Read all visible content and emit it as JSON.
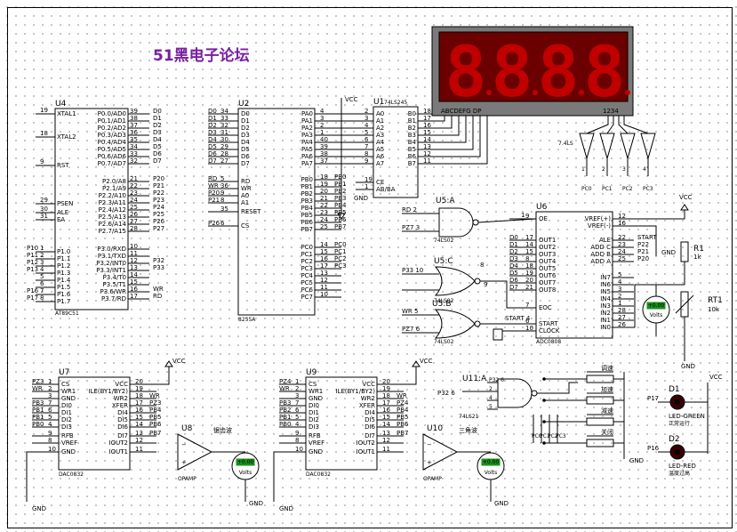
{
  "title": "51黑电子论坛",
  "colors": {
    "wire": "#000000",
    "chip": "#000000",
    "display": "#b00000",
    "meter_lcd": "#1a8f1a",
    "title": "#7a1fa2"
  },
  "display": {
    "segments_label": "ABCDEFG DP",
    "digits_label": "1234",
    "digit_text": "8.8.8.8."
  },
  "u4": {
    "ref": "U4",
    "part": "AT89C51",
    "left_pins": [
      {
        "n": "19",
        "name": "XTAL1"
      },
      {
        "n": "18",
        "name": "XTAL2"
      },
      {
        "n": "9",
        "name": "RST"
      },
      {
        "n": "29",
        "name": "PSEN"
      },
      {
        "n": "30",
        "name": "ALE"
      },
      {
        "n": "31",
        "name": "EA"
      },
      {
        "n": "1",
        "name": "P1.0"
      },
      {
        "n": "2",
        "name": "P1.1"
      },
      {
        "n": "3",
        "name": "P1.2"
      },
      {
        "n": "4",
        "name": "P1.3"
      },
      {
        "n": "5",
        "name": "P1.4"
      },
      {
        "n": "6",
        "name": "P1.5"
      },
      {
        "n": "7",
        "name": "P1.6"
      },
      {
        "n": "8",
        "name": "P1.7"
      }
    ],
    "left_nets": [
      "P10",
      "P11",
      "P12",
      "P13",
      "",
      "",
      "P16",
      "P17"
    ],
    "right_pins": [
      {
        "n": "39",
        "name": "P0.0/AD0",
        "net": "D0"
      },
      {
        "n": "38",
        "name": "P0.1/AD1",
        "net": "D1"
      },
      {
        "n": "37",
        "name": "P0.2/AD2",
        "net": "D2"
      },
      {
        "n": "36",
        "name": "P0.3/AD3",
        "net": "D3"
      },
      {
        "n": "35",
        "name": "P0.4/AD4",
        "net": "D4"
      },
      {
        "n": "34",
        "name": "P0.5/AD5",
        "net": "D5"
      },
      {
        "n": "33",
        "name": "P0.6/AD6",
        "net": "D6"
      },
      {
        "n": "32",
        "name": "P0.7/AD7",
        "net": "D7"
      },
      {
        "n": "21",
        "name": "P2.0/A8",
        "net": "P20"
      },
      {
        "n": "22",
        "name": "P2.1/A9",
        "net": "P21"
      },
      {
        "n": "23",
        "name": "P2.2/A10",
        "net": "P22"
      },
      {
        "n": "24",
        "name": "P2.3/A11",
        "net": "P23"
      },
      {
        "n": "25",
        "name": "P2.4/A12",
        "net": "P24"
      },
      {
        "n": "26",
        "name": "P2.5/A13",
        "net": "P25"
      },
      {
        "n": "27",
        "name": "P2.6/A14",
        "net": "P26"
      },
      {
        "n": "28",
        "name": "P2.7/A15",
        "net": "P27"
      },
      {
        "n": "10",
        "name": "P3.0/RXD",
        "net": ""
      },
      {
        "n": "11",
        "name": "P3.1/TXD",
        "net": ""
      },
      {
        "n": "12",
        "name": "P3.2/INT0",
        "net": "P32"
      },
      {
        "n": "13",
        "name": "P3.3/INT1",
        "net": "P33"
      },
      {
        "n": "14",
        "name": "P3.4/T0",
        "net": ""
      },
      {
        "n": "15",
        "name": "P3.5/T1",
        "net": ""
      },
      {
        "n": "16",
        "name": "P3.6/WR",
        "net": "WR"
      },
      {
        "n": "17",
        "name": "P3.7/RD",
        "net": "RD"
      }
    ]
  },
  "u2": {
    "ref": "U2",
    "part": "8255A",
    "left_pins": [
      {
        "n": "34",
        "name": "D0",
        "net": "D0"
      },
      {
        "n": "33",
        "name": "D1",
        "net": "D1"
      },
      {
        "n": "32",
        "name": "D2",
        "net": "D2"
      },
      {
        "n": "31",
        "name": "D3",
        "net": "D3"
      },
      {
        "n": "30",
        "name": "D4",
        "net": "D4"
      },
      {
        "n": "29",
        "name": "D5",
        "net": "D5"
      },
      {
        "n": "28",
        "name": "D6",
        "net": "D6"
      },
      {
        "n": "27",
        "name": "D7",
        "net": "D7"
      },
      {
        "n": "5",
        "name": "RD",
        "net": "RD"
      },
      {
        "n": "36",
        "name": "WR",
        "net": "WR"
      },
      {
        "n": "9",
        "name": "A0",
        "net": "P20"
      },
      {
        "n": "8",
        "name": "A1",
        "net": "P21"
      },
      {
        "n": "35",
        "name": "RESET",
        "net": ""
      },
      {
        "n": "6",
        "name": "CS",
        "net": "P26"
      }
    ],
    "right_pins": [
      {
        "n": "4",
        "name": "PA0"
      },
      {
        "n": "3",
        "name": "PA1"
      },
      {
        "n": "2",
        "name": "PA2"
      },
      {
        "n": "1",
        "name": "PA3"
      },
      {
        "n": "40",
        "name": "PA4"
      },
      {
        "n": "39",
        "name": "PA5"
      },
      {
        "n": "38",
        "name": "PA6"
      },
      {
        "n": "37",
        "name": "PA7"
      },
      {
        "n": "18",
        "name": "PB0",
        "net": "PB0"
      },
      {
        "n": "19",
        "name": "PB1",
        "net": "PB1"
      },
      {
        "n": "20",
        "name": "PB2",
        "net": "PB2"
      },
      {
        "n": "21",
        "name": "PB3",
        "net": "PB3"
      },
      {
        "n": "22",
        "name": "PB4",
        "net": "PB4"
      },
      {
        "n": "23",
        "name": "PB5",
        "net": "PB5"
      },
      {
        "n": "24",
        "name": "PB6",
        "net": "PB6"
      },
      {
        "n": "25",
        "name": "PB7",
        "net": "PB7"
      },
      {
        "n": "14",
        "name": "PC0",
        "net": "PC0"
      },
      {
        "n": "15",
        "name": "PC1",
        "net": "PC1"
      },
      {
        "n": "16",
        "name": "PC2",
        "net": "PC2"
      },
      {
        "n": "17",
        "name": "PC3",
        "net": "PC3"
      },
      {
        "n": "13",
        "name": "PC4"
      },
      {
        "n": "12",
        "name": "PC5"
      },
      {
        "n": "11",
        "name": "PC6"
      },
      {
        "n": "10",
        "name": "PC7"
      }
    ]
  },
  "u1": {
    "ref": "U1",
    "part": "74LS245",
    "left_pins": [
      {
        "n": "2",
        "name": "A0"
      },
      {
        "n": "3",
        "name": "A1"
      },
      {
        "n": "4",
        "name": "A2"
      },
      {
        "n": "5",
        "name": "A3"
      },
      {
        "n": "6",
        "name": "A4"
      },
      {
        "n": "7",
        "name": "A5"
      },
      {
        "n": "8",
        "name": "A6"
      },
      {
        "n": "9",
        "name": "A7"
      },
      {
        "n": "19",
        "name": "CE"
      },
      {
        "n": "1",
        "name": "AB/BA"
      }
    ],
    "right_pins": [
      {
        "n": "18",
        "name": "B0"
      },
      {
        "n": "17",
        "name": "B1"
      },
      {
        "n": "16",
        "name": "B2"
      },
      {
        "n": "15",
        "name": "B3"
      },
      {
        "n": "14",
        "name": "B4"
      },
      {
        "n": "13",
        "name": "B5"
      },
      {
        "n": "12",
        "name": "B6"
      },
      {
        "n": "11",
        "name": "B7"
      }
    ]
  },
  "u6": {
    "ref": "U6",
    "part": "ADC0808",
    "left_pins": [
      {
        "n": "9",
        "name": "OE"
      },
      {
        "n": "17",
        "name": "OUT1",
        "net": "D0"
      },
      {
        "n": "14",
        "name": "OUT2",
        "net": "D1"
      },
      {
        "n": "15",
        "name": "OUT3",
        "net": "D2"
      },
      {
        "n": "8",
        "name": "OUT4",
        "net": "D3"
      },
      {
        "n": "18",
        "name": "OUT5",
        "net": "D4"
      },
      {
        "n": "19",
        "name": "OUT6",
        "net": "D5"
      },
      {
        "n": "20",
        "name": "OUT7",
        "net": "D6"
      },
      {
        "n": "21",
        "name": "OUT8",
        "net": "D7"
      },
      {
        "n": "7",
        "name": "EOC"
      },
      {
        "n": "6",
        "name": "START"
      },
      {
        "n": "10",
        "name": "CLOCK"
      }
    ],
    "right_pins": [
      {
        "n": "12",
        "name": "VREF(+)"
      },
      {
        "n": "16",
        "name": "VREF(-)"
      },
      {
        "n": "22",
        "name": "ALE"
      },
      {
        "n": "23",
        "name": "ADD C"
      },
      {
        "n": "24",
        "name": "ADD B"
      },
      {
        "n": "25",
        "name": "ADD A"
      },
      {
        "n": "5",
        "name": "IN7"
      },
      {
        "n": "4",
        "name": "IN6"
      },
      {
        "n": "3",
        "name": "IN5"
      },
      {
        "n": "2",
        "name": "IN4"
      },
      {
        "n": "1",
        "name": "IN3"
      },
      {
        "n": "28",
        "name": "IN2"
      },
      {
        "n": "27",
        "name": "IN1"
      },
      {
        "n": "26",
        "name": "IN0"
      }
    ],
    "right_nets": [
      "",
      "",
      "START",
      "P22",
      "P21",
      "P20"
    ]
  },
  "dac_pins": {
    "left": [
      {
        "n": "1",
        "name": "CS"
      },
      {
        "n": "2",
        "name": "WR1"
      },
      {
        "n": "3",
        "name": "GND"
      },
      {
        "n": "7",
        "name": "DI0"
      },
      {
        "n": "6",
        "name": "DI1"
      },
      {
        "n": "5",
        "name": "DI2"
      },
      {
        "n": "4",
        "name": "DI3"
      },
      {
        "n": "9",
        "name": "RFB"
      },
      {
        "n": "8",
        "name": "VREF"
      },
      {
        "n": "10",
        "name": "GND"
      }
    ],
    "right": [
      {
        "n": "20",
        "name": "VCC"
      },
      {
        "n": "19",
        "name": "ILE(BY1/BY2)"
      },
      {
        "n": "18",
        "name": "WR2"
      },
      {
        "n": "17",
        "name": "XFER"
      },
      {
        "n": "16",
        "name": "DI4"
      },
      {
        "n": "15",
        "name": "DI5"
      },
      {
        "n": "14",
        "name": "DI6"
      },
      {
        "n": "13",
        "name": "DI7"
      },
      {
        "n": "12",
        "name": "IOUT2"
      },
      {
        "n": "11",
        "name": "IOUT1"
      }
    ]
  },
  "u7": {
    "ref": "U7",
    "part": "DAC0832",
    "left_nets": [
      "PZ3",
      "WR",
      "",
      "PB3",
      "PB1",
      "PB1",
      "PB0",
      "",
      ""
    ],
    "right_nets": [
      "",
      "",
      "WR",
      "PZ3",
      "PB4",
      "PB5",
      "PB6",
      "PB7"
    ]
  },
  "u9": {
    "ref": "U9",
    "part": "DAC0832",
    "left_nets": [
      "PZ4",
      "WR",
      "",
      "PB3",
      "PB2",
      "PB1",
      "PB0",
      "",
      ""
    ],
    "right_nets": [
      "",
      "",
      "WR",
      "PZ4",
      "PB4",
      "PB5",
      "PB6",
      "PB7"
    ]
  },
  "gates": [
    {
      "ref": "U5:A",
      "part": "74LS02",
      "in": [
        "RD 2",
        "PZ7 3"
      ],
      "out": "1"
    },
    {
      "ref": "U5:C",
      "part": "74LS02",
      "in": [
        "P33 10",
        "8"
      ],
      "out": "9"
    },
    {
      "ref": "U5:B",
      "part": "74LS02",
      "in": [
        "WR 5",
        "PZ7 6"
      ],
      "out": "START 4"
    },
    {
      "ref": "U11:A",
      "part": "74LS21",
      "in": [
        "P32 6",
        "2",
        "4",
        "5"
      ],
      "out": "6"
    }
  ],
  "opamps": [
    {
      "ref": "U8",
      "part": "OPAMP",
      "label": "锯齿波"
    },
    {
      "ref": "U10",
      "part": "OPAMP",
      "label": "三角波"
    }
  ],
  "meters": [
    {
      "text": "Volts",
      "lcd": "+0.00"
    },
    {
      "text": "Volts",
      "lcd": "+0.00"
    },
    {
      "text": "Volts",
      "lcd": "+0.00"
    }
  ],
  "switch_labels": [
    "调速",
    "加速",
    "减速",
    "关闭"
  ],
  "pc_labels": [
    "PC0",
    "PC1",
    "PC2",
    "PC3"
  ],
  "r1": {
    "ref": "R1",
    "value": "1k"
  },
  "rt1": {
    "ref": "RT1",
    "value": "10k"
  },
  "d1": {
    "ref": "D1",
    "net": "P17",
    "part": "LED-GREEN",
    "note": "正常运行"
  },
  "d2": {
    "ref": "D2",
    "net": "P16",
    "part": "LED-RED",
    "note": "温度过高"
  },
  "misc": {
    "vcc": "VCC",
    "gnd": "GND",
    "clk": "7.4LS",
    "lcd_on": "+0.00"
  },
  "transistor_nets": [
    "PC0",
    "PC1",
    "PC2",
    "PC3"
  ],
  "transistor_nums": [
    "1",
    "2",
    "3",
    "4"
  ]
}
